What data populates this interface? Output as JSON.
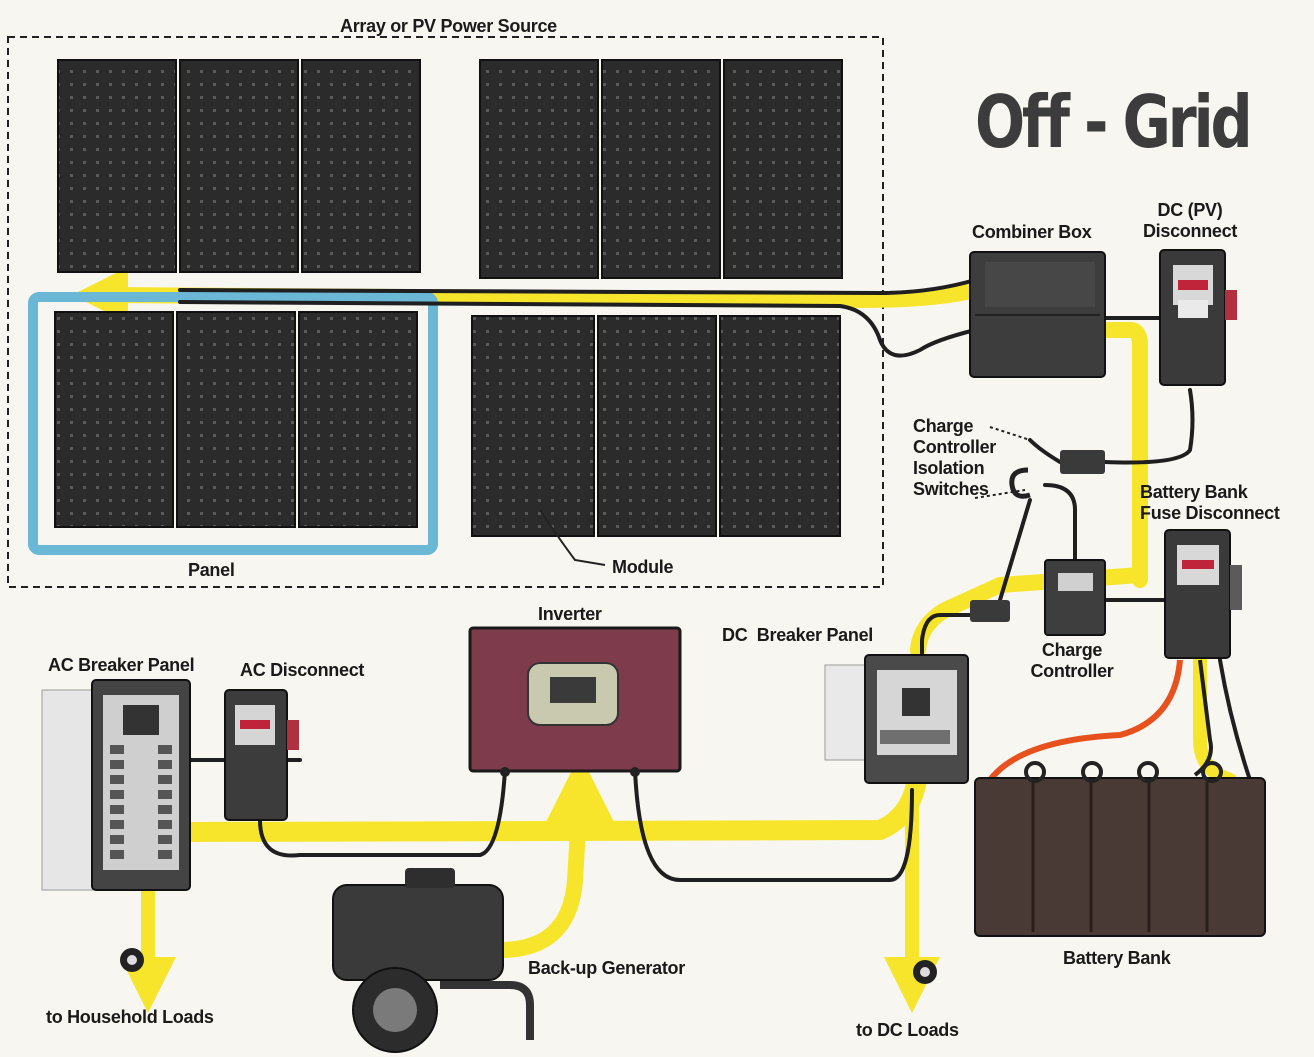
{
  "title": "Off - Grid",
  "labels": {
    "array": "Array or PV Power Source",
    "panel": "Panel",
    "module": "Module",
    "combiner_box": "Combiner Box",
    "dc_pv_disconnect_line1": "DC (PV)",
    "dc_pv_disconnect_line2": "Disconnect",
    "charge_isolation_line1": "Charge",
    "charge_isolation_line2": "Controller",
    "charge_isolation_line3": "Isolation",
    "charge_isolation_line4": "Switches",
    "battery_fuse_line1": "Battery Bank",
    "battery_fuse_line2": "Fuse Disconnect",
    "inverter": "Inverter",
    "dc_breaker_panel": "DC  Breaker Panel",
    "charge_controller_line1": "Charge",
    "charge_controller_line2": "Controller",
    "ac_breaker_panel": "AC Breaker Panel",
    "ac_disconnect": "AC Disconnect",
    "backup_generator": "Back-up Generator",
    "battery_bank": "Battery Bank",
    "household_loads": "to Household Loads",
    "dc_loads": "to DC Loads"
  },
  "colors": {
    "power_flow": "#f7e52c",
    "panel_highlight": "#6ab7d6",
    "pv_cell": "#2a2a2a",
    "cable": "#1f1f1f",
    "battery_positive_cable": "#e8501e",
    "inverter_body": "#7d3b4b",
    "battery_body": "#4a3a36"
  }
}
